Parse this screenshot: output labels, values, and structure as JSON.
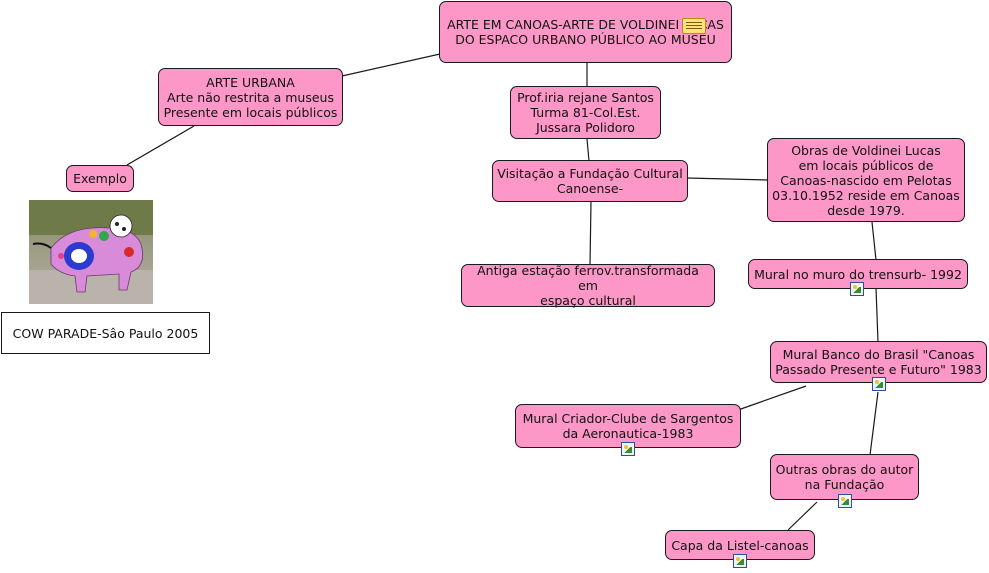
{
  "title_node": "ARTE EM CANOAS-ARTE DE VOLDINEI LUCAS\nDO ESPACO URBANO PÚBLICO AO MUSEU",
  "arte_urbana": "ARTE URBANA\nArte não restrita a museus\nPresente em locais públicos",
  "exemplo": "Exemplo",
  "cow_caption": "COW PARADE-Sâo Paulo 2005",
  "prof": "Prof.iria rejane Santos\nTurma 81-Col.Est.\nJussara Polidoro",
  "visitacao": "Visitação a Fundação Cultural\nCanoense-",
  "antiga": "Antiga estação ferrov.transformada em\nespaço cultural",
  "obras": "Obras de Voldinei Lucas\nem locais públicos de\nCanoas-nascido em Pelotas\n03.10.1952 reside em Canoas\ndesde 1979.",
  "mural_trensurb": "Mural no muro do trensurb- 1992",
  "mural_banco": "Mural Banco do Brasil \"Canoas\nPassado Presente e Futuro\" 1983",
  "mural_criador": "Mural Criador-Clube de Sargentos\nda Aeronautica-1983",
  "outras": "Outras obras do autor\nna Fundação",
  "capa": "Capa da Listel-canoas",
  "icons": {
    "note": "note-icon",
    "image": "image-attachment-icon"
  },
  "colors": {
    "node_fill": "#fd97c8",
    "border": "#1a1a1a"
  }
}
